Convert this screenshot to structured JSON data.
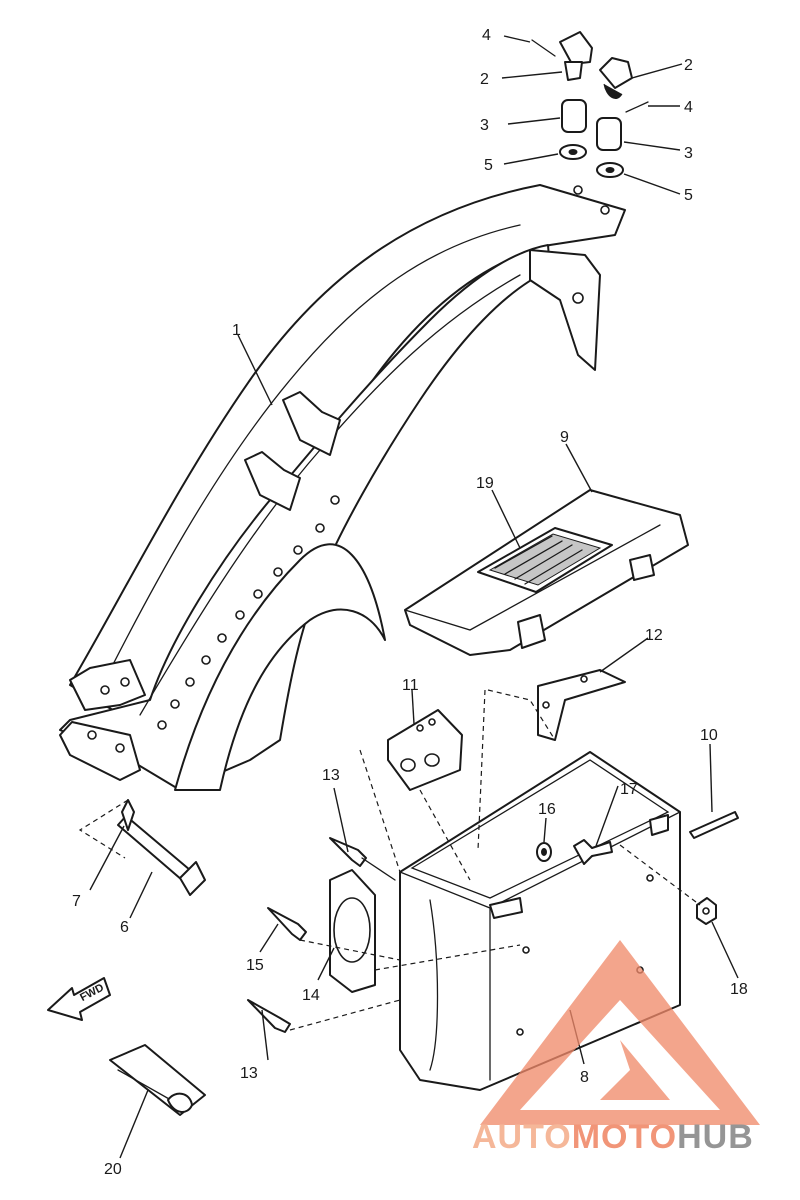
{
  "diagram": {
    "callouts": [
      "1",
      "2",
      "2",
      "3",
      "3",
      "4",
      "4",
      "5",
      "5",
      "6",
      "7",
      "8",
      "9",
      "10",
      "11",
      "12",
      "13",
      "13",
      "14",
      "15",
      "16",
      "17",
      "18",
      "19",
      "20"
    ],
    "fwd_label": "FWD"
  },
  "watermark": {
    "part1": "AUTO",
    "part2": "MOTO",
    "part3": "HUB",
    "colors": {
      "triangle": "#f08a6a",
      "auto": "#f4b08f",
      "moto": "#f08a6a",
      "hub": "#8a8a8a"
    }
  }
}
